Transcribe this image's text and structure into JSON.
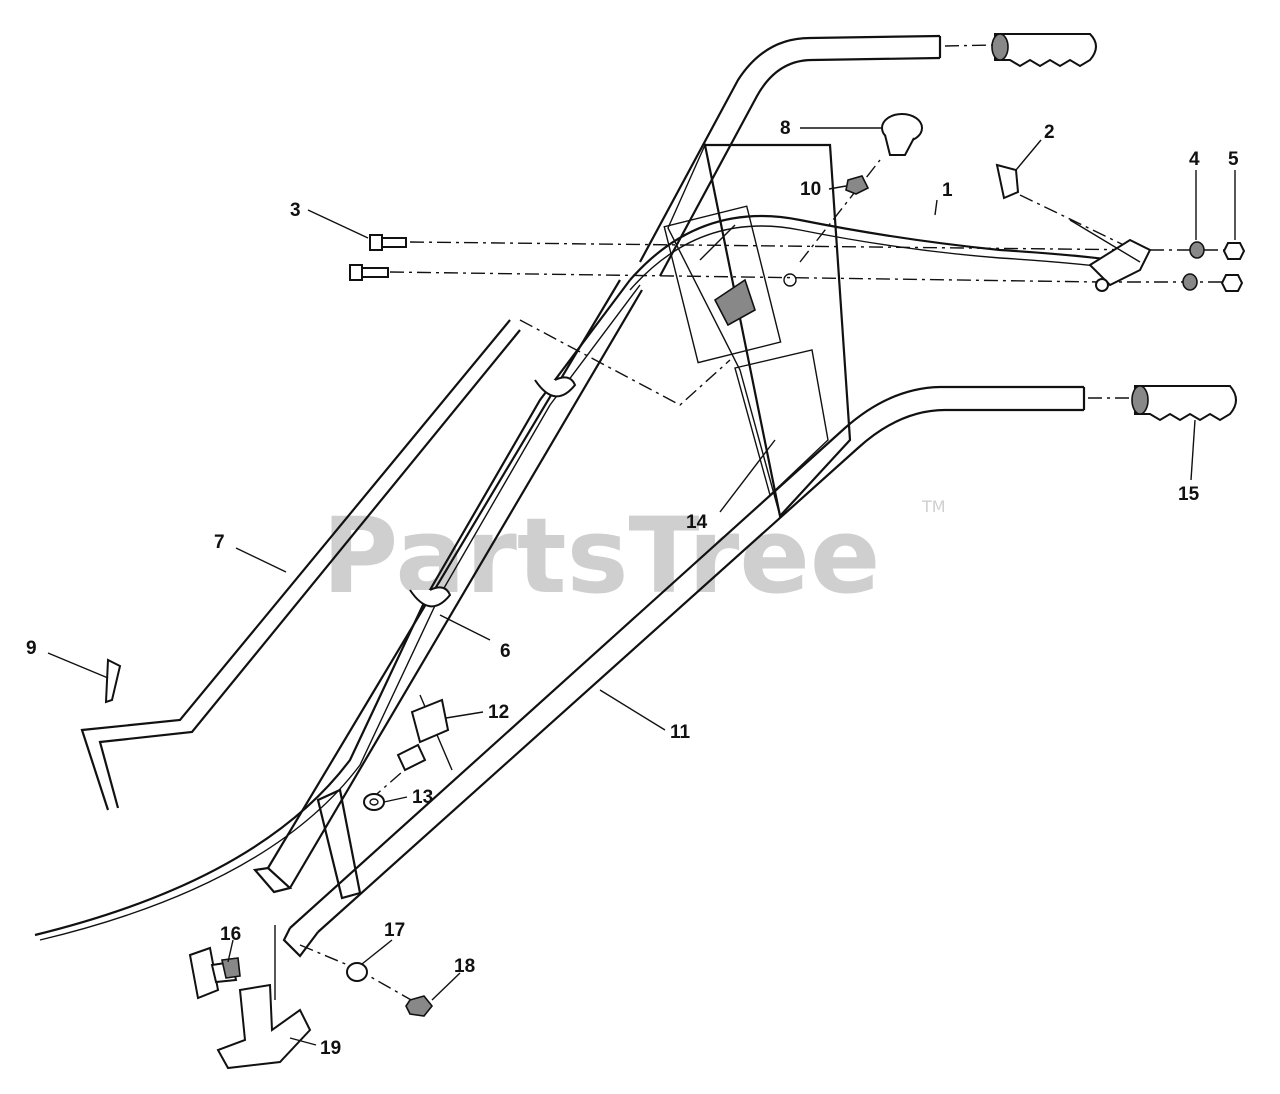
{
  "watermark": {
    "text": "PartsTree",
    "tm": "TM"
  },
  "callouts": [
    {
      "id": "c1",
      "label": "1"
    },
    {
      "id": "c2",
      "label": "2"
    },
    {
      "id": "c3",
      "label": "3"
    },
    {
      "id": "c4",
      "label": "4"
    },
    {
      "id": "c5",
      "label": "5"
    },
    {
      "id": "c6",
      "label": "6"
    },
    {
      "id": "c7",
      "label": "7"
    },
    {
      "id": "c8",
      "label": "8"
    },
    {
      "id": "c9",
      "label": "9"
    },
    {
      "id": "c10",
      "label": "10"
    },
    {
      "id": "c11",
      "label": "11"
    },
    {
      "id": "c12",
      "label": "12"
    },
    {
      "id": "c13",
      "label": "13"
    },
    {
      "id": "c14",
      "label": "14"
    },
    {
      "id": "c15",
      "label": "15"
    },
    {
      "id": "c16",
      "label": "16"
    },
    {
      "id": "c17",
      "label": "17"
    },
    {
      "id": "c18",
      "label": "18"
    },
    {
      "id": "c19",
      "label": "19"
    }
  ]
}
